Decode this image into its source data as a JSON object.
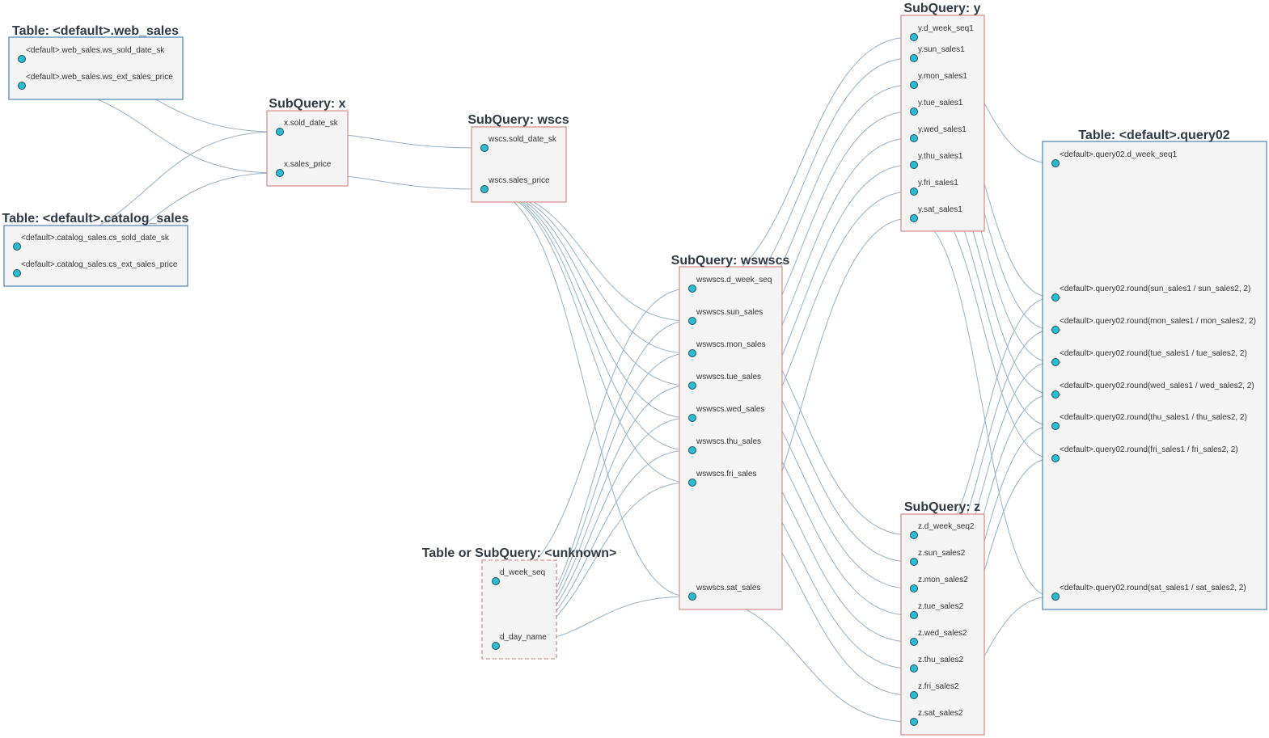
{
  "nodes": [
    {
      "id": "web_sales",
      "kind": "table",
      "title": "Table: <default>.web_sales",
      "columns": [
        "<default>.web_sales.ws_sold_date_sk",
        "<default>.web_sales.ws_ext_sales_price"
      ]
    },
    {
      "id": "catalog_sales",
      "kind": "table",
      "title": "Table: <default>.catalog_sales",
      "columns": [
        "<default>.catalog_sales.cs_sold_date_sk",
        "<default>.catalog_sales.cs_ext_sales_price"
      ]
    },
    {
      "id": "x",
      "kind": "subquery",
      "title": "SubQuery: x",
      "columns": [
        "x.sold_date_sk",
        "x.sales_price"
      ]
    },
    {
      "id": "wscs",
      "kind": "subquery",
      "title": "SubQuery: wscs",
      "columns": [
        "wscs.sold_date_sk",
        "wscs.sales_price"
      ]
    },
    {
      "id": "unknown",
      "kind": "unknown",
      "title": "Table or SubQuery: <unknown>",
      "columns": [
        "d_week_seq",
        "d_day_name"
      ]
    },
    {
      "id": "wswscs",
      "kind": "subquery",
      "title": "SubQuery: wswscs",
      "columns": [
        "wswscs.d_week_seq",
        "wswscs.sun_sales",
        "wswscs.mon_sales",
        "wswscs.tue_sales",
        "wswscs.wed_sales",
        "wswscs.thu_sales",
        "wswscs.fri_sales",
        "wswscs.sat_sales"
      ]
    },
    {
      "id": "y",
      "kind": "subquery",
      "title": "SubQuery: y",
      "columns": [
        "y.d_week_seq1",
        "y.sun_sales1",
        "y.mon_sales1",
        "y.tue_sales1",
        "y.wed_sales1",
        "y.thu_sales1",
        "y.fri_sales1",
        "y.sat_sales1"
      ]
    },
    {
      "id": "z",
      "kind": "subquery",
      "title": "SubQuery: z",
      "columns": [
        "z.d_week_seq2",
        "z.sun_sales2",
        "z.mon_sales2",
        "z.tue_sales2",
        "z.wed_sales2",
        "z.thu_sales2",
        "z.fri_sales2",
        "z.sat_sales2"
      ]
    },
    {
      "id": "query02",
      "kind": "table",
      "title": "Table: <default>.query02",
      "columns": [
        "<default>.query02.d_week_seq1",
        "<default>.query02.round(sun_sales1 / sun_sales2, 2)",
        "<default>.query02.round(mon_sales1 / mon_sales2, 2)",
        "<default>.query02.round(tue_sales1 / tue_sales2, 2)",
        "<default>.query02.round(wed_sales1 / wed_sales2, 2)",
        "<default>.query02.round(thu_sales1 / thu_sales2, 2)",
        "<default>.query02.round(fri_sales1 / fri_sales2, 2)",
        "<default>.query02.round(sat_sales1 / sat_sales2, 2)"
      ]
    }
  ],
  "edges": [
    [
      "web_sales.0",
      "x.0"
    ],
    [
      "web_sales.1",
      "x.1"
    ],
    [
      "catalog_sales.0",
      "x.0"
    ],
    [
      "catalog_sales.1",
      "x.1"
    ],
    [
      "x.0",
      "wscs.0"
    ],
    [
      "x.1",
      "wscs.1"
    ],
    [
      "wscs.1",
      "wswscs.1"
    ],
    [
      "wscs.1",
      "wswscs.2"
    ],
    [
      "wscs.1",
      "wswscs.3"
    ],
    [
      "wscs.1",
      "wswscs.4"
    ],
    [
      "wscs.1",
      "wswscs.5"
    ],
    [
      "wscs.1",
      "wswscs.6"
    ],
    [
      "wscs.1",
      "wswscs.7"
    ],
    [
      "unknown.0",
      "wswscs.0"
    ],
    [
      "unknown.1",
      "wswscs.1"
    ],
    [
      "unknown.1",
      "wswscs.2"
    ],
    [
      "unknown.1",
      "wswscs.3"
    ],
    [
      "unknown.1",
      "wswscs.4"
    ],
    [
      "unknown.1",
      "wswscs.5"
    ],
    [
      "unknown.1",
      "wswscs.6"
    ],
    [
      "unknown.1",
      "wswscs.7"
    ],
    [
      "wswscs.0",
      "y.0"
    ],
    [
      "wswscs.1",
      "y.1"
    ],
    [
      "wswscs.2",
      "y.2"
    ],
    [
      "wswscs.3",
      "y.3"
    ],
    [
      "wswscs.4",
      "y.4"
    ],
    [
      "wswscs.5",
      "y.5"
    ],
    [
      "wswscs.6",
      "y.6"
    ],
    [
      "wswscs.7",
      "y.7"
    ],
    [
      "wswscs.0",
      "z.0"
    ],
    [
      "wswscs.1",
      "z.1"
    ],
    [
      "wswscs.2",
      "z.2"
    ],
    [
      "wswscs.3",
      "z.3"
    ],
    [
      "wswscs.4",
      "z.4"
    ],
    [
      "wswscs.5",
      "z.5"
    ],
    [
      "wswscs.6",
      "z.6"
    ],
    [
      "wswscs.7",
      "z.7"
    ],
    [
      "y.0",
      "query02.0"
    ],
    [
      "y.1",
      "query02.1"
    ],
    [
      "y.2",
      "query02.2"
    ],
    [
      "y.3",
      "query02.3"
    ],
    [
      "y.4",
      "query02.4"
    ],
    [
      "y.5",
      "query02.5"
    ],
    [
      "y.6",
      "query02.6"
    ],
    [
      "y.7",
      "query02.7"
    ],
    [
      "z.1",
      "query02.1"
    ],
    [
      "z.2",
      "query02.2"
    ],
    [
      "z.3",
      "query02.3"
    ],
    [
      "z.4",
      "query02.4"
    ],
    [
      "z.5",
      "query02.5"
    ],
    [
      "z.6",
      "query02.6"
    ],
    [
      "z.7",
      "query02.7"
    ]
  ]
}
